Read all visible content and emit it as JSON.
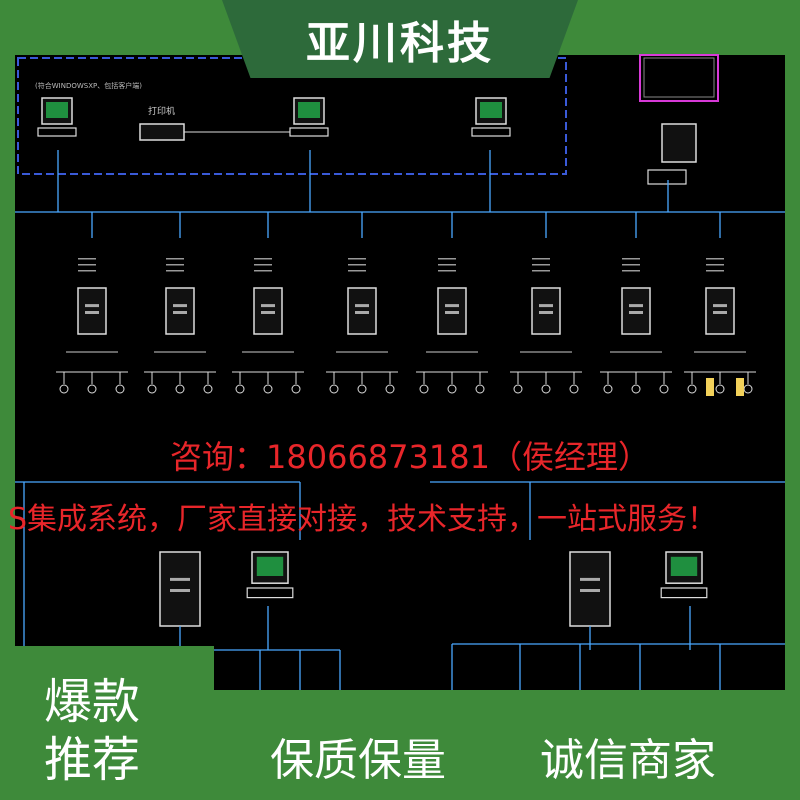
{
  "brand": {
    "title": "亚川科技"
  },
  "overlay": {
    "contact": "咨询：18066873181（侯经理）",
    "slogan": "S集成系统，厂家直接对接，技术支持，一站式服务！"
  },
  "badge": {
    "line1": "爆款",
    "line2": "推荐"
  },
  "footer": {
    "quality": "保质保量",
    "integrity": "诚信商家"
  },
  "diagram": {
    "top_note": "(符合WINDOWSXP、包括客户端)",
    "printer_label": "打印机",
    "colors": {
      "background": "#000000",
      "wire": "#4aa8ff",
      "frame": "#3e8a3a",
      "accent": "#e8262a",
      "monitor_screen": "#1f8f3f"
    }
  }
}
